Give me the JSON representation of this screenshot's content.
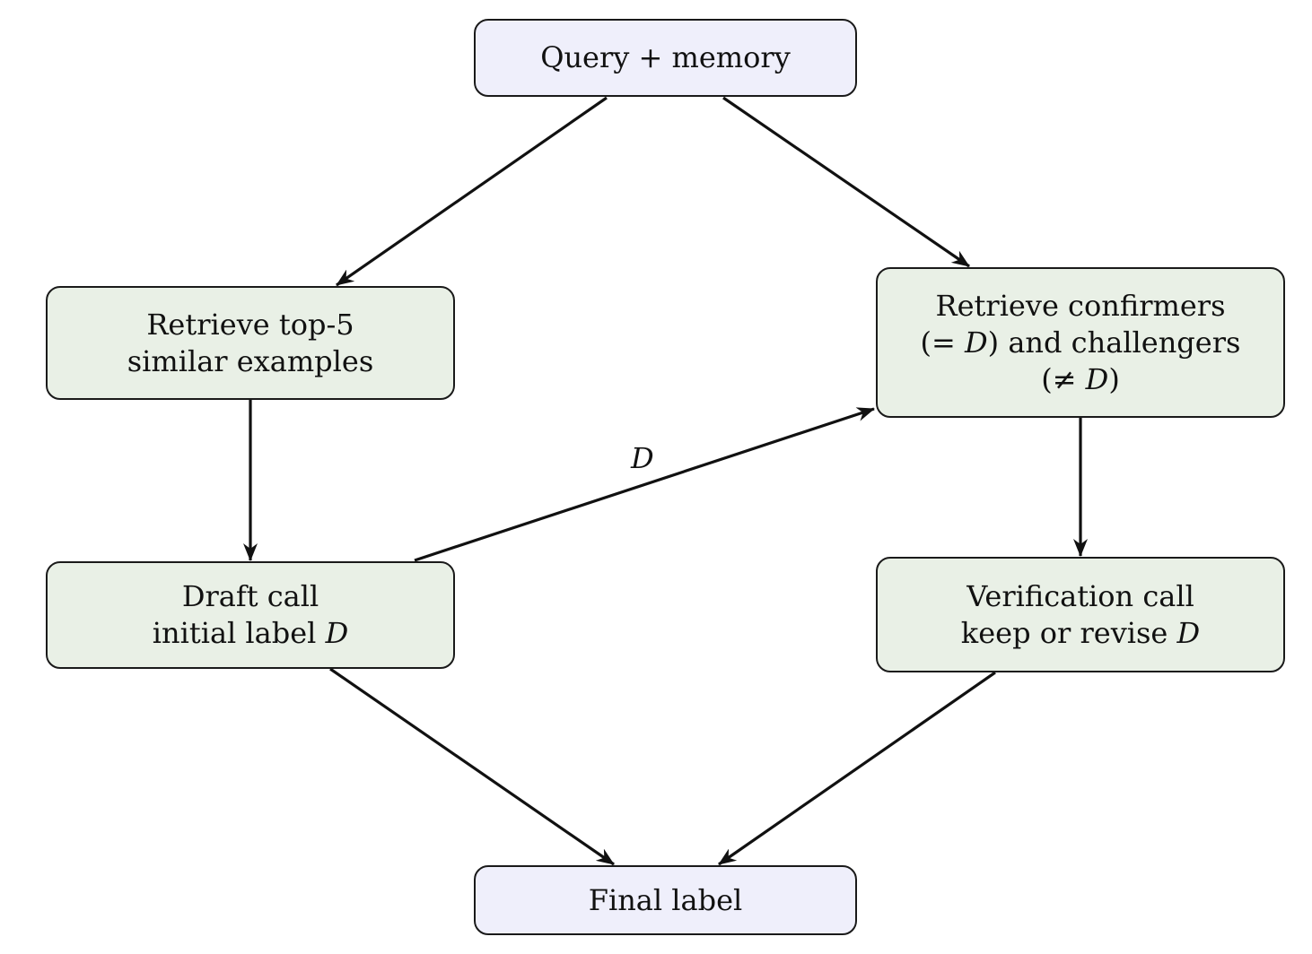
{
  "nodes": {
    "query": {
      "lines": [
        "Query + memory"
      ]
    },
    "retrieve_top5": {
      "lines": [
        "Retrieve top-5",
        "similar examples"
      ]
    },
    "draft_call": {
      "lines": [
        "Draft call"
      ],
      "line2_text": "initial label ",
      "line2_var": "D"
    },
    "retrieve_confirmers": {
      "line1": "Retrieve confirmers",
      "line2_open": "(= ",
      "line2_var": "D",
      "line2_close": ") and challengers",
      "line3_open": "(≠ ",
      "line3_var": "D",
      "line3_close": ")"
    },
    "verification_call": {
      "line1": "Verification call",
      "line2_text": "keep or revise ",
      "line2_var": "D"
    },
    "final_label": {
      "lines": [
        "Final label"
      ]
    }
  },
  "edges": {
    "draft_to_confirmers_label": "D"
  },
  "colors": {
    "io_fill": "#efeffb",
    "step_fill": "#e9f0e6",
    "stroke": "#1a1a1a"
  }
}
